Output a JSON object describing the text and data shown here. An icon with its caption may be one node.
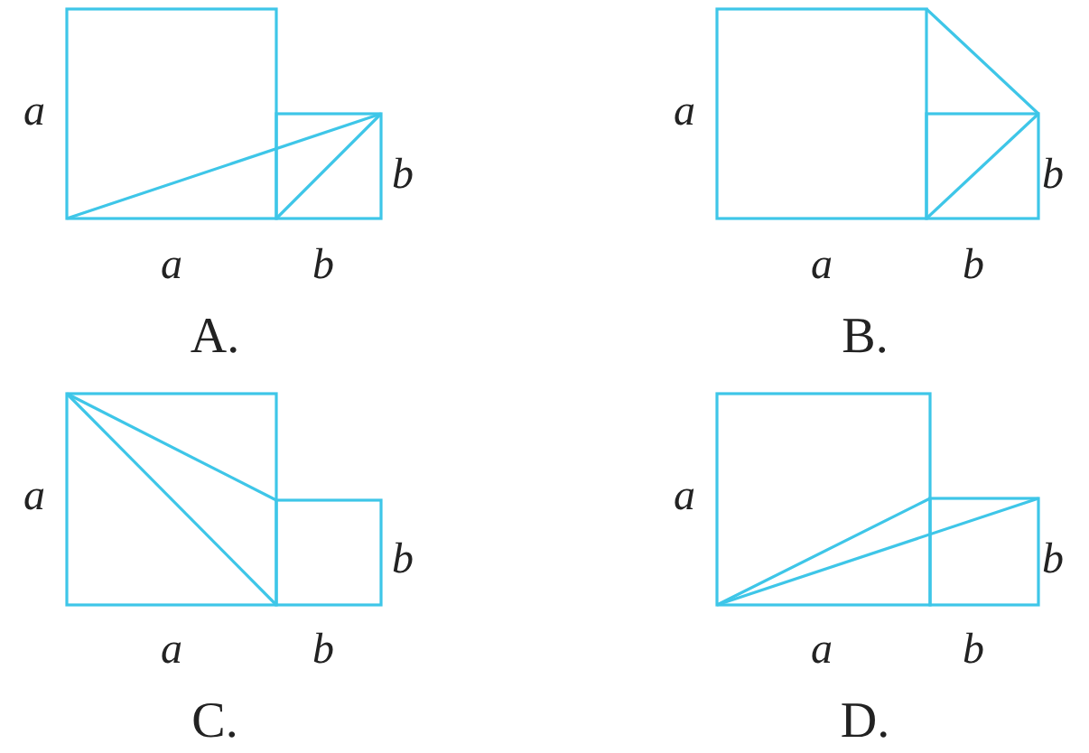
{
  "diagram": {
    "labels": [
      "a",
      "b",
      "a",
      "b",
      "A.",
      "a",
      "b",
      "a",
      "b",
      "B.",
      "a",
      "b",
      "a",
      "b",
      "C.",
      "a",
      "b",
      "a",
      "b",
      "D."
    ]
  }
}
